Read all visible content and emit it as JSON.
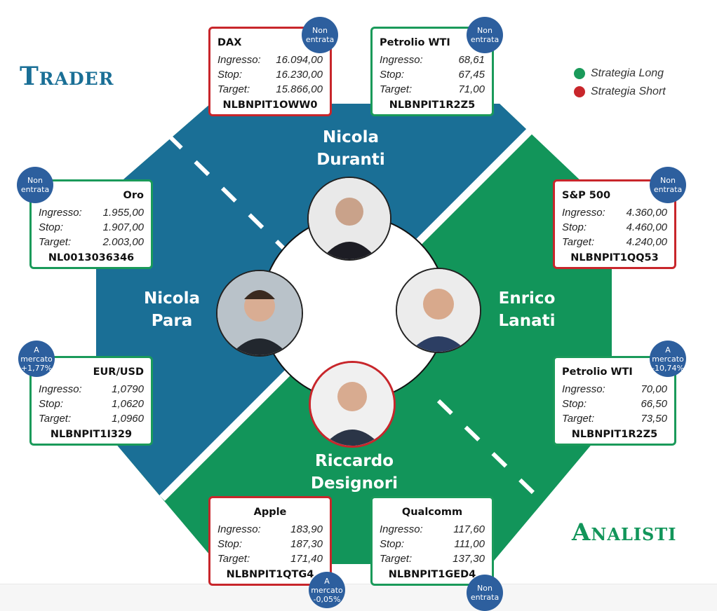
{
  "logos": {
    "trader": "Trader",
    "analisti": "Analisti"
  },
  "legend": [
    {
      "label": "Strategia Long",
      "color": "#1a9a5a"
    },
    {
      "label": "Strategia Short",
      "color": "#c8262b"
    }
  ],
  "colors": {
    "trader_blue": "#1a6f96",
    "analisti_green": "#12955a"
  },
  "people": [
    {
      "line1": "Nicola",
      "line2": "Duranti"
    },
    {
      "line1": "Nicola",
      "line2": "Para"
    },
    {
      "line1": "Enrico",
      "line2": "Lanati"
    },
    {
      "line1": "Riccardo",
      "line2": "Designori"
    }
  ],
  "labels": {
    "ingresso": "Ingresso:",
    "stop": "Stop:",
    "target": "Target:"
  },
  "cards": [
    {
      "title": "DAX",
      "strategy": "short",
      "ingresso": "16.094,00",
      "stop": "16.230,00",
      "target": "15.866,00",
      "code": "NLBNPIT1OWW0",
      "badge": [
        "Non",
        "entrata"
      ]
    },
    {
      "title": "Petrolio WTI",
      "strategy": "long",
      "ingresso": "68,61",
      "stop": "67,45",
      "target": "71,00",
      "code": "NLBNPIT1R2Z5",
      "badge": [
        "Non",
        "entrata"
      ]
    },
    {
      "title": "Oro",
      "strategy": "long",
      "ingresso": "1.955,00",
      "stop": "1.907,00",
      "target": "2.003,00",
      "code": "NL0013036346",
      "badge": [
        "Non",
        "entrata"
      ]
    },
    {
      "title": "EUR/USD",
      "strategy": "long",
      "ingresso": "1,0790",
      "stop": "1,0620",
      "target": "1,0960",
      "code": "NLBNPIT1I329",
      "badge": [
        "A",
        "mercato",
        "+1,77%"
      ]
    },
    {
      "title": "S&P 500",
      "strategy": "short",
      "ingresso": "4.360,00",
      "stop": "4.460,00",
      "target": "4.240,00",
      "code": "NLBNPIT1QQ53",
      "badge": [
        "Non",
        "entrata"
      ]
    },
    {
      "title": "Petrolio WTI",
      "strategy": "long",
      "ingresso": "70,00",
      "stop": "66,50",
      "target": "73,50",
      "code": "NLBNPIT1R2Z5",
      "badge": [
        "A",
        "mercato",
        "-10,74%"
      ]
    },
    {
      "title": "Apple",
      "strategy": "short",
      "ingresso": "183,90",
      "stop": "187,30",
      "target": "171,40",
      "code": "NLBNPIT1QTG4",
      "badge": [
        "A",
        "mercato",
        "-0,05%"
      ]
    },
    {
      "title": "Qualcomm",
      "strategy": "long",
      "ingresso": "117,60",
      "stop": "111,00",
      "target": "137,30",
      "code": "NLBNPIT1GED4",
      "badge": [
        "Non",
        "entrata"
      ]
    }
  ]
}
